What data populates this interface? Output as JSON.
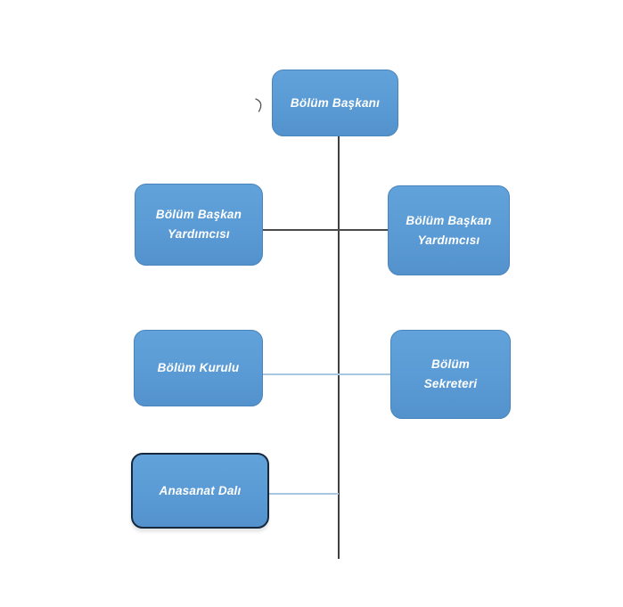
{
  "diagram": {
    "title_hint": "org-chart",
    "nodes": [
      {
        "id": "bolum-baskani",
        "lines": [
          "Bölüm Başkanı"
        ]
      },
      {
        "id": "bolum-baskan-yardimcisi-sol",
        "lines": [
          "Bölüm Başkan",
          "Yardımcısı"
        ]
      },
      {
        "id": "bolum-baskan-yardimcisi-sag",
        "lines": [
          "Bölüm Başkan",
          "Yardımcısı"
        ]
      },
      {
        "id": "bolum-kurulu",
        "lines": [
          "Bölüm Kurulu"
        ]
      },
      {
        "id": "bolum-sekreteri",
        "lines": [
          "Bölüm",
          "Sekreteri"
        ]
      },
      {
        "id": "anasanat-dali",
        "lines": [
          "Anasanat Dalı"
        ]
      }
    ],
    "colors": {
      "node_fill": "#5B9BD5",
      "node_border": "#4A84BD",
      "highlight_border": "#16283C",
      "connector_dark": "#3F3F3F",
      "connector_light": "#A9C7E0",
      "label_text": "#FFFFFF"
    }
  }
}
